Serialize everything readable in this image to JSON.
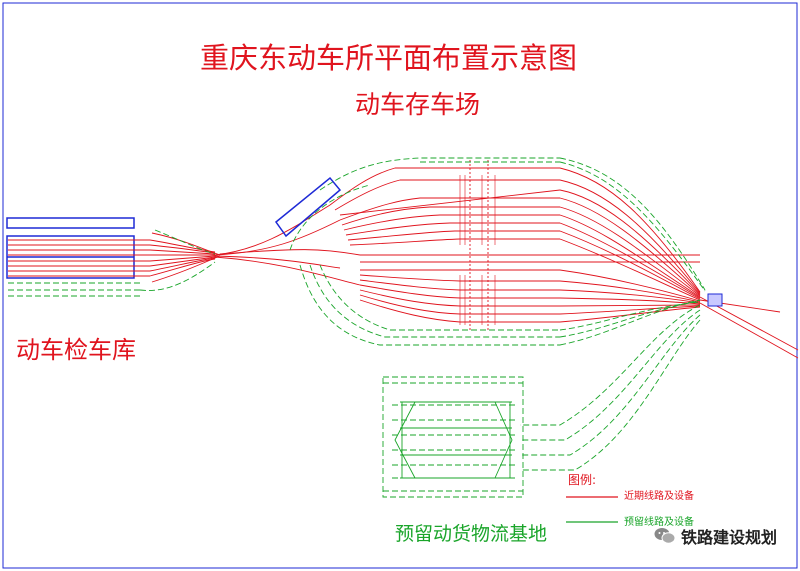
{
  "title": "重庆东动车所平面布置示意图",
  "subtitle": "动车存车场",
  "depot_label": "动车检车库",
  "logistics_label": "预留动货物流基地",
  "legend": {
    "title": "图例:",
    "near_term": "近期线路及设备",
    "future": "预留线路及设备"
  },
  "watermark": {
    "text": "铁路建设规划",
    "icon": "wechat-icon"
  },
  "colors": {
    "near_term": "#e0141e",
    "future": "#1aa52a",
    "building": "#1e2ad6",
    "border": "#1e2ad6"
  }
}
